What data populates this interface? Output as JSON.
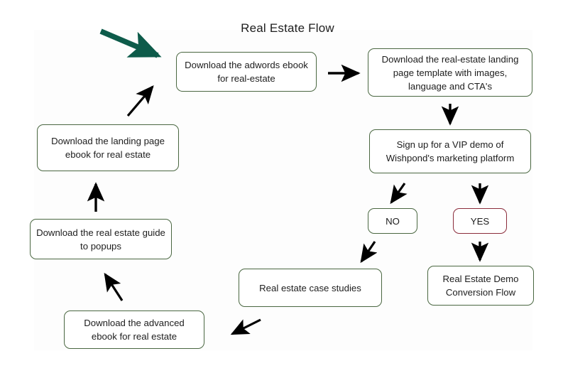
{
  "diagram": {
    "title": "Real Estate Flow",
    "nodes": [
      {
        "id": "adwords",
        "label": "Download the adwords ebook for real-estate"
      },
      {
        "id": "template",
        "label": "Download the real-estate landing page template with images, language and CTA's"
      },
      {
        "id": "vip",
        "label": "Sign up for a VIP demo of Wishpond's marketing platform"
      },
      {
        "id": "no",
        "label": "NO"
      },
      {
        "id": "yes",
        "label": "YES"
      },
      {
        "id": "case_studies",
        "label": "Real estate case studies"
      },
      {
        "id": "demo_flow",
        "label": "Real Estate Demo Conversion Flow"
      },
      {
        "id": "landing_ebook",
        "label": "Download the landing page ebook for real estate"
      },
      {
        "id": "popups_guide",
        "label": "Download the real estate guide to popups"
      },
      {
        "id": "advanced_ebook",
        "label": "Download the advanced ebook for real estate"
      }
    ],
    "connectors": [
      {
        "id": "highlight-pointer",
        "from": "",
        "to": "adwords",
        "style": "thick-diagonal",
        "color": "#0d5b4a"
      },
      {
        "id": "adwords-template",
        "from": "adwords",
        "to": "template",
        "style": "straight-right",
        "color": "#000000"
      },
      {
        "id": "template-vip",
        "from": "template",
        "to": "vip",
        "style": "straight-down",
        "color": "#000000"
      },
      {
        "id": "vip-no",
        "from": "vip",
        "to": "no",
        "style": "diagonal-down-left",
        "color": "#000000"
      },
      {
        "id": "vip-yes",
        "from": "vip",
        "to": "yes",
        "style": "straight-down",
        "color": "#000000"
      },
      {
        "id": "no-case",
        "from": "no",
        "to": "case_studies",
        "style": "diagonal-down-left",
        "color": "#000000"
      },
      {
        "id": "yes-demo",
        "from": "yes",
        "to": "demo_flow",
        "style": "straight-down",
        "color": "#000000"
      },
      {
        "id": "case-advanced",
        "from": "case_studies",
        "to": "advanced_ebook",
        "style": "diagonal-down-left",
        "color": "#000000"
      },
      {
        "id": "advanced-popups",
        "from": "advanced_ebook",
        "to": "popups_guide",
        "style": "diagonal-up-left",
        "color": "#000000"
      },
      {
        "id": "popups-landing",
        "from": "popups_guide",
        "to": "landing_ebook",
        "style": "straight-up",
        "color": "#000000"
      },
      {
        "id": "landing-adwords",
        "from": "landing_ebook",
        "to": "adwords",
        "style": "diagonal-up-right",
        "color": "#000000"
      }
    ],
    "colors": {
      "node_border": "#4a6741",
      "decision_yes_border": "#8b2c3b",
      "node_fill": "#ffffff",
      "arrow": "#000000",
      "highlight_arrow": "#0d5b4a",
      "text": "#1d1d1d",
      "canvas": "#fdfdfd",
      "page_background": "#ffffff"
    }
  }
}
